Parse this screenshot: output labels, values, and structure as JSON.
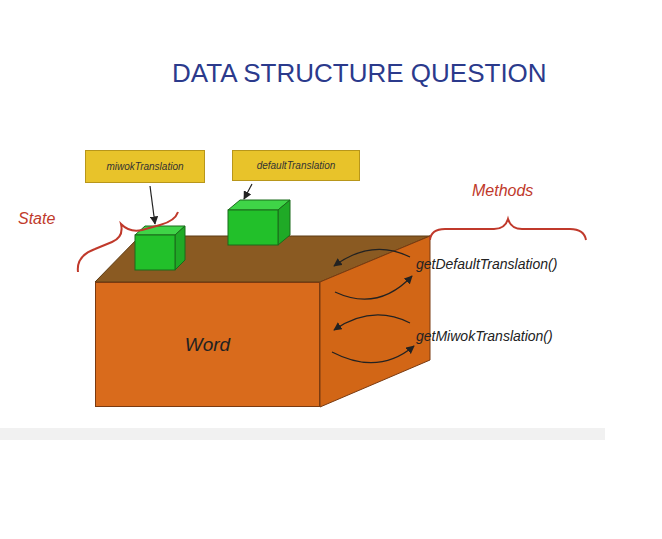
{
  "diagram": {
    "title": "DATA STRUCTURE QUESTION",
    "nodes": [
      {
        "text": [
          "miwokTranslation"
        ]
      },
      {
        "text": [
          "defaultTranslation"
        ]
      },
      {
        "text": [
          "Word"
        ]
      }
    ],
    "labels": [
      "State",
      "Methods",
      "getDefaultTranslation()",
      "getMiwokTranslation()"
    ]
  }
}
